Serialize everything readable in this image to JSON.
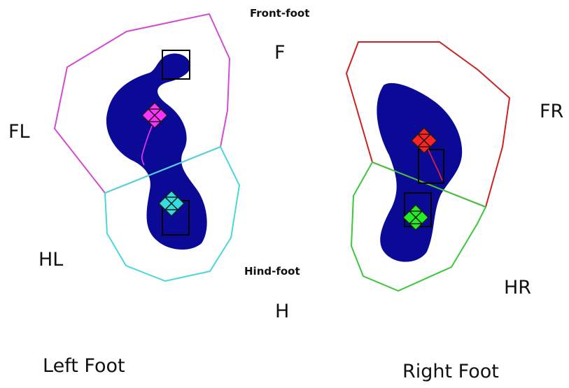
{
  "labels": {
    "front_foot": "Front-foot",
    "f": "F",
    "fl": "FL",
    "fr": "FR",
    "hl": "HL",
    "hind_foot": "Hind-foot",
    "h": "H",
    "hr": "HR"
  },
  "captions": {
    "left": "Left Foot",
    "right": "Right Foot"
  },
  "colors": {
    "foot_fill": "#0a0a96",
    "left_front_region": "#d24bd2",
    "left_hind_region": "#48d8d8",
    "right_front_region": "#cc2222",
    "right_hind_region": "#3ac83a",
    "left_front_marker": "#ff33ff",
    "left_hind_marker": "#33dddd",
    "right_front_marker": "#ff2222",
    "right_hind_marker": "#22ee22"
  }
}
